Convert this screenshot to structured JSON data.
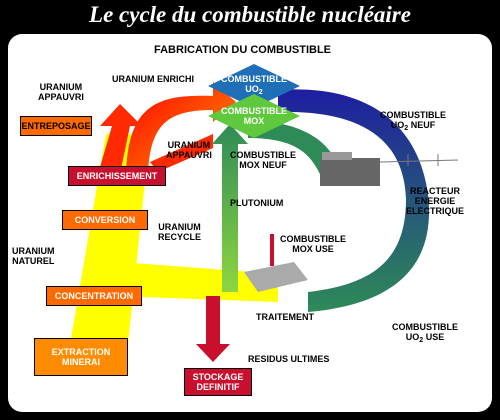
{
  "title": "Le cycle du combustible nucléaire",
  "heading": "FABRICATION DU COMBUSTIBLE",
  "boxes": {
    "entreposage": "ENTREPOSAGE",
    "enrichissement": "ENRICHISSEMENT",
    "conversion": "CONVERSION",
    "concentration": "CONCENTRATION",
    "extraction_1": "EXTRACTION",
    "extraction_2": "MINERAI",
    "stockage_1": "STOCKAGE",
    "stockage_2": "DEFINITIF",
    "uo2_1": "COMBUSTIBLE",
    "uo2_2": "UO",
    "uo2_sub": "2",
    "mox_1": "COMBUSTIBLE",
    "mox_2": "MOX"
  },
  "labels": {
    "uranium_appauvri_1": "URANIUM",
    "uranium_appauvri_2": "APPAUVRI",
    "uranium_enrichi": "URANIUM ENRICHI",
    "uranium_appauvri_b1": "URANIUM",
    "uranium_appauvri_b2": "APPAUVRI",
    "mox_neuf_1": "COMBUSTIBLE",
    "mox_neuf_2": "MOX NEUF",
    "uo2_neuf_1": "COMBUSTIBLE",
    "uo2_neuf_2": "UO",
    "uo2_neuf_sub": "2",
    "uo2_neuf_3": " NEUF",
    "plutonium": "PLUTONIUM",
    "reacteur_1": "REACTEUR",
    "reacteur_2": "ENERGIE",
    "reacteur_3": "ELECTRIQUE",
    "uranium_recycle_1": "URANIUM",
    "uranium_recycle_2": "RECYCLE",
    "uranium_naturel_1": "URANIUM",
    "uranium_naturel_2": "NATUREL",
    "mox_use_1": "COMBUSTIBLE",
    "mox_use_2": "MOX USE",
    "traitement": "TRAITEMENT",
    "residus": "RESIDUS ULTIMES",
    "uo2_use_1": "COMBUSTIBLE",
    "uo2_use_2": "UO",
    "uo2_use_sub": "2",
    "uo2_use_3": " USE"
  },
  "colors": {
    "yellow": "#ffff00",
    "red": "#ff2a00",
    "orange": "#ff6a00",
    "blue": "#1e1ea0",
    "green": "#2e8b57",
    "lightgreen": "#8fd640",
    "darkred": "#c8102e"
  }
}
